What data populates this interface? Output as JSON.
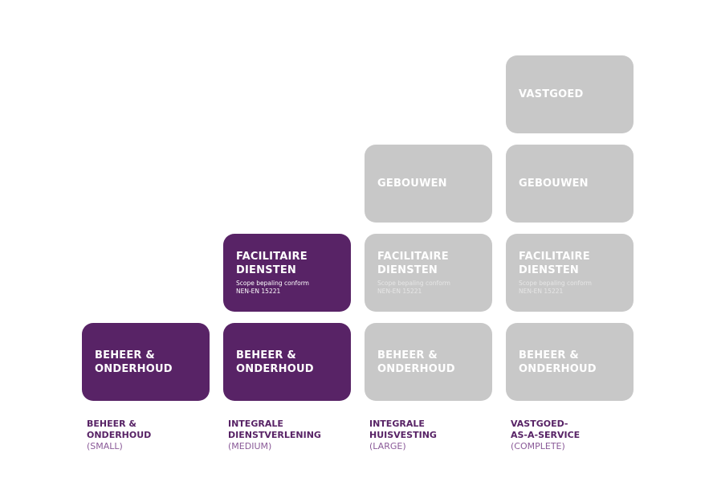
{
  "colors": {
    "active": "#582366",
    "inactive": "#c8c8c8"
  },
  "columns": [
    {
      "label": "BEHEER &\nONDERHOUD",
      "size": "(SMALL)",
      "blocks": [
        {
          "title": "BEHEER &\nONDERHOUD",
          "active": true
        }
      ]
    },
    {
      "label": "INTEGRALE\nDIENSTVERLENING",
      "size": "(MEDIUM)",
      "blocks": [
        {
          "title": "FACILITAIRE\nDIENSTEN",
          "subtitle": "Scope bepaling conform\nNEN-EN 15221",
          "active": true
        },
        {
          "title": "BEHEER &\nONDERHOUD",
          "active": true
        }
      ]
    },
    {
      "label": "INTEGRALE\nHUISVESTING",
      "size": "(LARGE)",
      "blocks": [
        {
          "title": "GEBOUWEN",
          "active": false
        },
        {
          "title": "FACILITAIRE\nDIENSTEN",
          "subtitle": "Scope bepaling conform\nNEN-EN 15221",
          "active": false
        },
        {
          "title": "BEHEER &\nONDERHOUD",
          "active": false
        }
      ]
    },
    {
      "label": "VASTGOED-\nAS-A-SERVICE",
      "size": "(COMPLETE)",
      "blocks": [
        {
          "title": "VASTGOED",
          "active": false
        },
        {
          "title": "GEBOUWEN",
          "active": false
        },
        {
          "title": "FACILITAIRE\nDIENSTEN",
          "subtitle": "Scope bepaling conform\nNEN-EN 15221",
          "active": false
        },
        {
          "title": "BEHEER &\nONDERHOUD",
          "active": false
        }
      ]
    }
  ]
}
